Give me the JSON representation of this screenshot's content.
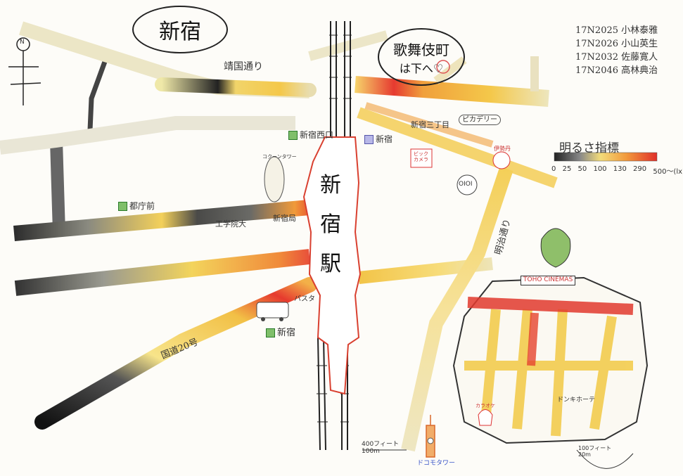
{
  "title": "新宿",
  "subtitle": "歌舞伎町",
  "subtitle_note": "は下へ♡",
  "station": [
    "新",
    "宿",
    "駅"
  ],
  "compass": "N",
  "credits": [
    "17N2025 小林泰雅",
    "17N2026 小山英生",
    "17N2032 佐藤寛人",
    "17N2046 高林典治"
  ],
  "legend": {
    "title": "明るさ指標",
    "ticks": [
      "0",
      "25",
      "50",
      "100",
      "130",
      "290",
      "500〜(lx)"
    ]
  },
  "streets": {
    "yasukuni": "靖国通り",
    "meiji": "明治通り",
    "route20": "国道20号"
  },
  "stations": {
    "nishi_shinjuku": "新宿西口",
    "shinjuku_marunouchi": "新宿",
    "shinjuku_sanchome": "新宿三丁目",
    "tochomae": "都庁前",
    "shinjuku_south": "新宿"
  },
  "places": {
    "piccadilly": "ピカデリー",
    "bic_camera": "ビックカメラ",
    "isetan": "伊勢丹",
    "marui": "OIOI",
    "kogakuin": "工学院大",
    "post_office": "新宿局",
    "basta": "バスタ",
    "toho": "TOHO CINEMAS",
    "donki": "ドンキホーテ",
    "karaoke": "カラオケ",
    "docomo": "ドコモタワー",
    "cocoon": "コクーンタワー"
  },
  "scale": {
    "left": "400フィート 100m",
    "right": "100フィート 20m"
  },
  "colors": {
    "dark": "#3a3a3a",
    "yellow": "#f3c93a",
    "orange": "#ee8a36",
    "red": "#e03a2e",
    "station_outline": "#d94030"
  },
  "map_legend_scale": "brightness in lux"
}
